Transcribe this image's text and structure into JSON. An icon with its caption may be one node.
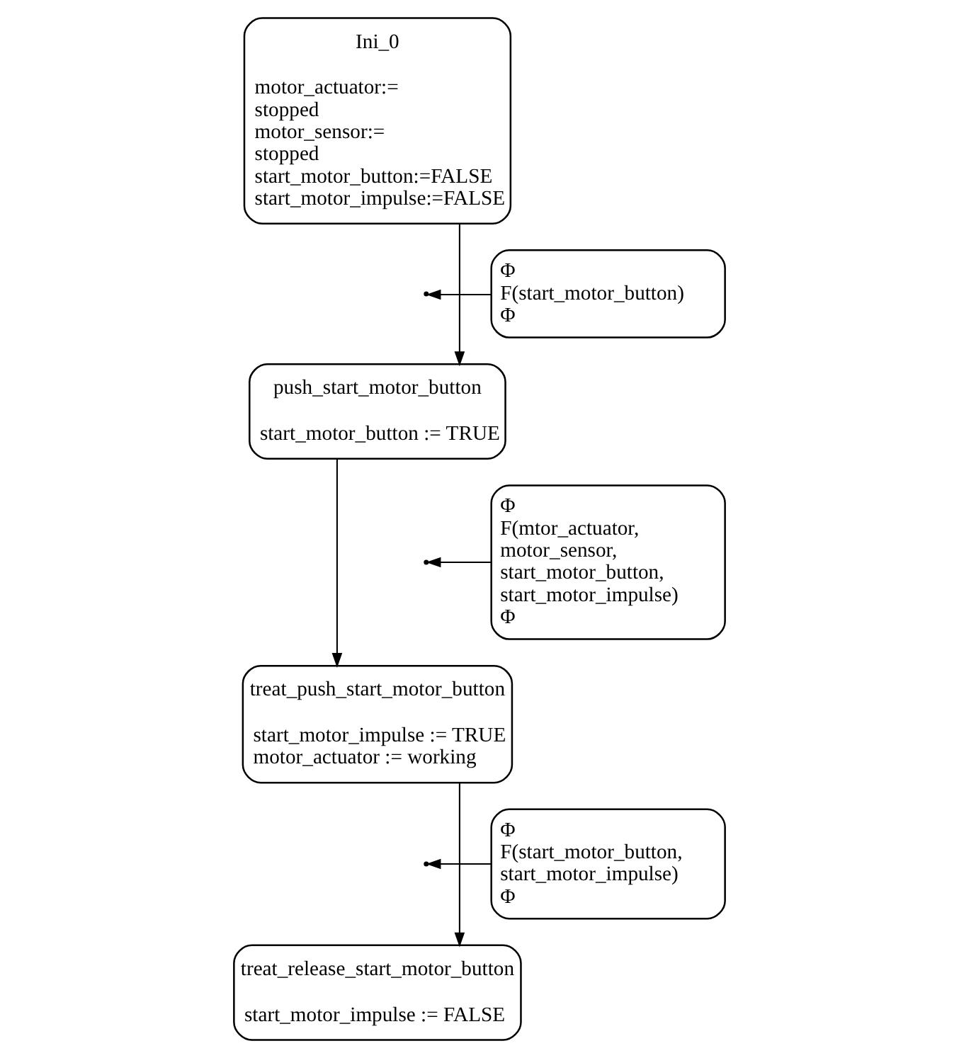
{
  "diagram": {
    "nodes": [
      {
        "text": [
          "Ini_0",
          "motor_actuator:= stopped motor_sensor:= stopped start_motor_button:=FALSE start_motor_impulse:=FALSE"
        ]
      },
      {
        "text": [
          "push_start_motor_button",
          "start_motor_button := TRUE"
        ]
      },
      {
        "text": [
          "treat_push_start_motor_button",
          "start_motor_impulse := TRUE motor_actuator := working"
        ]
      },
      {
        "text": [
          "treat_release_start_motor_button",
          "start_motor_impulse := FALSE"
        ]
      },
      {
        "text": [
          "Φ",
          "F(start_motor_button)",
          "Φ"
        ]
      },
      {
        "text": [
          "Φ",
          "F(mtor_actuator, motor_sensor, start_motor_button, start_motor_impulse)",
          "Φ"
        ]
      },
      {
        "text": [
          "Φ",
          "F(start_motor_button, start_motor_impulse)",
          "Φ"
        ]
      }
    ],
    "edges": [
      {
        "from": 0,
        "to": 1,
        "arrow": "to"
      },
      {
        "from": 1,
        "to": 2,
        "arrow": "to"
      },
      {
        "from": 2,
        "to": 3,
        "arrow": "to"
      },
      {
        "from": 4,
        "to": null,
        "arrow": "to"
      },
      {
        "from": 5,
        "to": null,
        "arrow": "to"
      },
      {
        "from": 6,
        "to": null,
        "arrow": "to"
      }
    ]
  }
}
